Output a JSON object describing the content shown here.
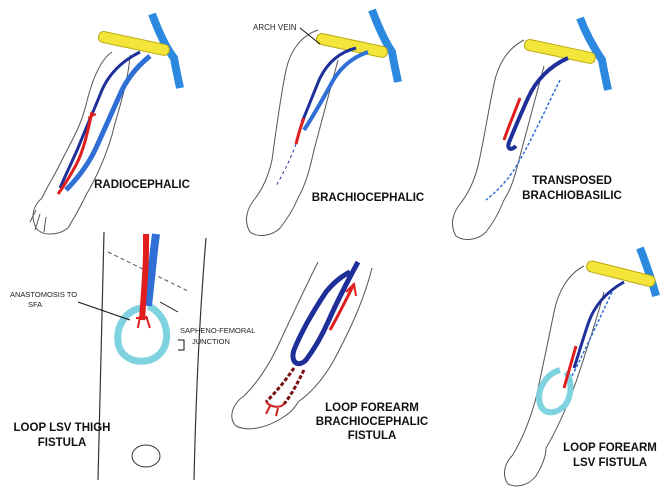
{
  "colors": {
    "artery": "#e01e1e",
    "vein": "#2f6fd6",
    "deep_vein": "#1f2f99",
    "subclavian": "#2b8ae0",
    "clavicle": "#f3e53a",
    "graft": "#7fd3e0",
    "outline": "#555555",
    "dark_artery": "#7a1010"
  },
  "panels": [
    {
      "label_lines": [
        "RADIOCEPHALIC"
      ]
    },
    {
      "label_lines": [
        "BRACHIOCEPHALIC"
      ],
      "callout": "ARCH VEIN"
    },
    {
      "label_lines": [
        "TRANSPOSED",
        "BRACHIOBASILIC"
      ]
    },
    {
      "label_lines": [
        "LOOP LSV THIGH",
        "FISTULA"
      ],
      "callouts": {
        "anastomosis": [
          "ANASTOMOSIS TO",
          "SFA"
        ],
        "junction": [
          "SAPHENO-FEMORAL",
          "JUNCTION"
        ]
      }
    },
    {
      "label_lines": [
        "LOOP FOREARM",
        "BRACHIOCEPHALIC",
        "FISTULA"
      ]
    },
    {
      "label_lines": [
        "LOOP FOREARM",
        "LSV FISTULA"
      ]
    }
  ]
}
